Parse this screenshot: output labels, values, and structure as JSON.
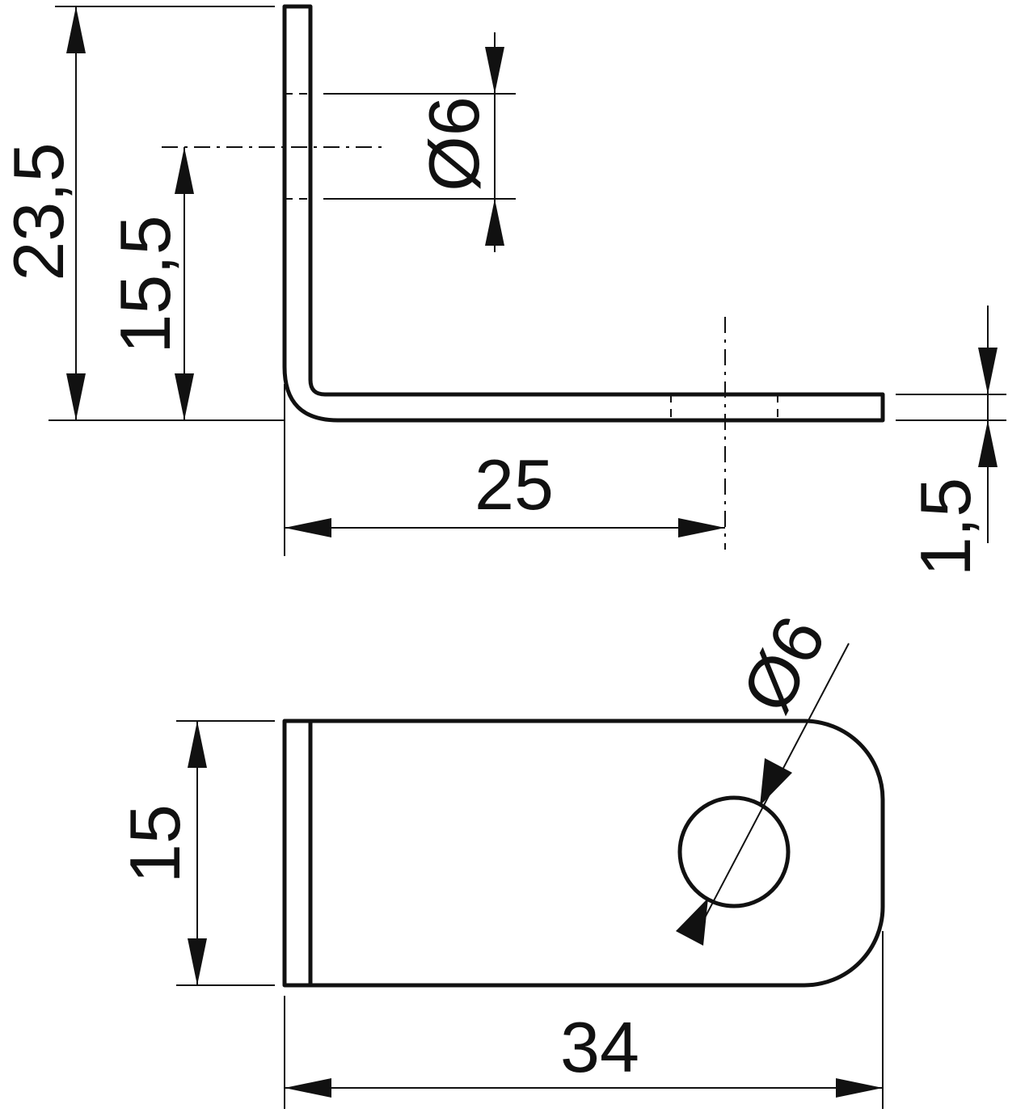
{
  "colors": {
    "part_fill": "#d4d4d4",
    "line": "#111111",
    "background": "#ffffff",
    "hole_fill": "#ffffff"
  },
  "side_view": {
    "height_total": "23,5",
    "hole_center_height": "15,5",
    "hole_diameter": "Ø6",
    "leg_length_to_hole": "25",
    "thickness": "1,5"
  },
  "top_view": {
    "width": "15",
    "length": "34",
    "hole_diameter": "Ø6"
  }
}
